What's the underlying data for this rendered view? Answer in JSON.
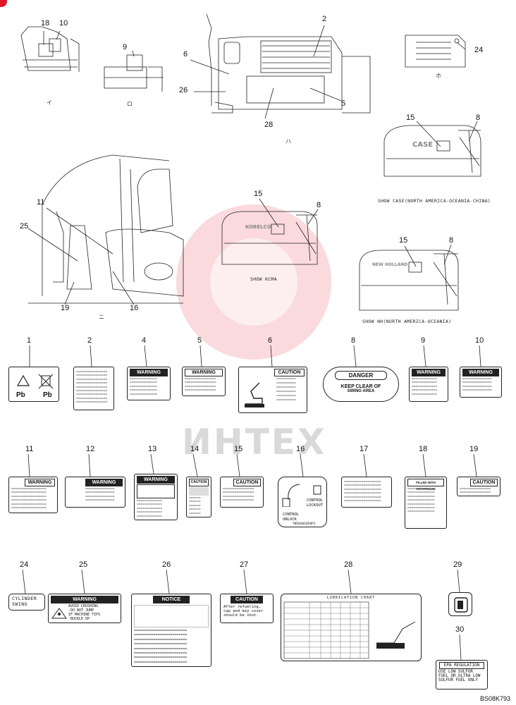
{
  "watermark": "ИНТЕХ",
  "drawing_code": "BS08K793",
  "callouts": {
    "top_left": [
      "18",
      "10"
    ],
    "top_mid": [
      "9"
    ],
    "machine": [
      "2",
      "6",
      "26",
      "28",
      "5"
    ],
    "sticker": [
      "24"
    ],
    "case": [
      "15",
      "8"
    ],
    "kcma": [
      "15",
      "8"
    ],
    "nh": [
      "15",
      "8"
    ],
    "cab": [
      "11",
      "25",
      "19",
      "16"
    ]
  },
  "view_marks": {
    "i": "イ",
    "ro": "ロ",
    "ha": "ハ",
    "ho": "ホ",
    "ni": "ニ"
  },
  "captions": {
    "case": "SHOW CASE(NORTH AMERICA-OCEANIA-CHINA)",
    "kcma": "SHOW KCMA",
    "nh": "SHOW NH(NORTH AMERICA-OCEANIA)"
  },
  "body_marks": {
    "case": "CASE",
    "kcma": "KOBELCO",
    "nh": "NEW HOLLAND"
  },
  "parts": [
    {
      "num": "1",
      "pb_left": "Pb",
      "pb_right": "Pb"
    },
    {
      "num": "2"
    },
    {
      "num": "4",
      "header": "WARNING"
    },
    {
      "num": "5",
      "header": "WARNING"
    },
    {
      "num": "6",
      "header": "CAUTION"
    },
    {
      "num": "8",
      "header": "DANGER",
      "line1": "KEEP CLEAR OF",
      "line2": "SWING   AREA"
    },
    {
      "num": "9",
      "header": "WARNING"
    },
    {
      "num": "10",
      "header": "WARNING"
    },
    {
      "num": "11",
      "header": "WARNING"
    },
    {
      "num": "12",
      "header": "WARNING"
    },
    {
      "num": "13",
      "header": "WARNING"
    },
    {
      "num": "14",
      "header": "CAUTION"
    },
    {
      "num": "15",
      "header": "CAUTION"
    },
    {
      "num": "16",
      "line1": "CONTROL",
      "line2": "LOCKOUT",
      "line3": "CONTROL",
      "line4": "UNLOCK",
      "code": "YN50S01058P1"
    },
    {
      "num": "17"
    },
    {
      "num": "18",
      "header": "FILLED WITH ANTIFREEZE"
    },
    {
      "num": "19",
      "header": "CAUTION"
    },
    {
      "num": "24",
      "line1": "CYLINDER",
      "line2": "SWING"
    },
    {
      "num": "25",
      "header": "WARNING",
      "line1": "AVOID CRUSHING",
      "line2": "·DO NOT JUMP",
      "line3": "IF MACHINE TIPS",
      "line4": "·BUCKLE UP"
    },
    {
      "num": "26",
      "header": "NOTICE"
    },
    {
      "num": "27",
      "header": "CAUTION",
      "line1": "After refueling,",
      "line2": "cap and key cover",
      "line3": "should be shut."
    },
    {
      "num": "28",
      "header": "LUBRICATION CHART"
    },
    {
      "num": "29"
    },
    {
      "num": "30",
      "header": "EPA REGULATION",
      "line1": "USE LOW SULFUR",
      "line2": "FUEL OR ULTRA LOW",
      "line3": "SULFUR FUEL ONLY"
    }
  ]
}
